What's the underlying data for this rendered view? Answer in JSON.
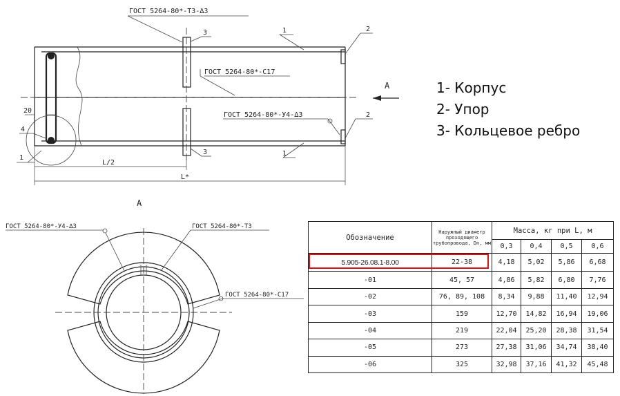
{
  "drawing": {
    "gost_t3_delta3": "ГОСТ 5264-80*-Т3-∆3",
    "gost_c17": "ГОСТ 5264-80*-С17",
    "gost_u4_delta3": "ГОСТ 5264-80*-У4-∆3",
    "gost_t3": "ГОСТ 5264-80*-Т3",
    "dim_l_half": "L/2",
    "dim_l_total": "L*",
    "dim_20": "20",
    "view_arrow_label": "А",
    "section_label": "А",
    "callout_1": "1",
    "callout_2": "2",
    "callout_3": "3",
    "callout_4": "4"
  },
  "legend": {
    "items": [
      "1- Корпус",
      "2- Упор",
      "3- Кольцевое ребро"
    ]
  },
  "table": {
    "header_designation": "Обозначение",
    "header_diameter": "Наружный диаметр проходящего трубопровода, Dн, мм",
    "header_mass": "Масса, кг при L, м",
    "lengths": [
      "0,3",
      "0,4",
      "0,5",
      "0,6"
    ],
    "rows": [
      {
        "code": "5.905-26.08.1-8.00",
        "dia": "22-38",
        "m": [
          "4,18",
          "5,02",
          "5,86",
          "6,68"
        ]
      },
      {
        "code": "-01",
        "dia": "45, 57",
        "m": [
          "4,86",
          "5,82",
          "6,80",
          "7,76"
        ]
      },
      {
        "code": "-02",
        "dia": "76, 89, 108",
        "m": [
          "8,34",
          "9,88",
          "11,40",
          "12,94"
        ]
      },
      {
        "code": "-03",
        "dia": "159",
        "m": [
          "12,70",
          "14,82",
          "16,94",
          "19,06"
        ]
      },
      {
        "code": "-04",
        "dia": "219",
        "m": [
          "22,04",
          "25,20",
          "28,38",
          "31,54"
        ]
      },
      {
        "code": "-05",
        "dia": "273",
        "m": [
          "27,38",
          "31,06",
          "34,74",
          "38,40"
        ]
      },
      {
        "code": "-06",
        "dia": "325",
        "m": [
          "32,98",
          "37,16",
          "41,32",
          "45,48"
        ]
      }
    ]
  },
  "highlight_color": "#dd1111"
}
